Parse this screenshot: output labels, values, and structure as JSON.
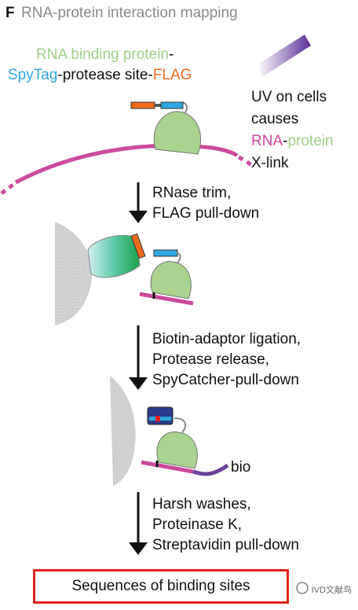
{
  "panel": {
    "letter": "F",
    "title": "RNA-protein interaction mapping"
  },
  "construct": {
    "part1": "RNA binding protein",
    "sep1": "-",
    "part2": "SpyTag",
    "sep2": "-protease site-",
    "part3": "FLAG"
  },
  "uv_note": {
    "line1": "UV on cells",
    "line2": "causes",
    "rna": "RNA",
    "dash": "-",
    "protein": "protein",
    "line4": "X-link"
  },
  "steps": [
    {
      "lines": [
        "RNase trim,",
        "FLAG pull-down"
      ]
    },
    {
      "lines": [
        "Biotin-adaptor ligation,",
        "Protease release,",
        "SpyCatcher-pull-down"
      ]
    },
    {
      "lines": [
        "Harsh washes,",
        "Proteinase K,",
        "Streptavidin pull-down"
      ]
    }
  ],
  "bio_label": "bio",
  "result": "Sequences of binding sites",
  "watermark": "IVD文献鸟",
  "colors": {
    "rbp_green": "#a9d38f",
    "spytag_blue": "#2ea7e0",
    "flag_orange": "#ee6a1c",
    "rna_pink": "#cc4a9c",
    "uv_purple": "#6b3fa0",
    "result_red": "#e2231a"
  }
}
